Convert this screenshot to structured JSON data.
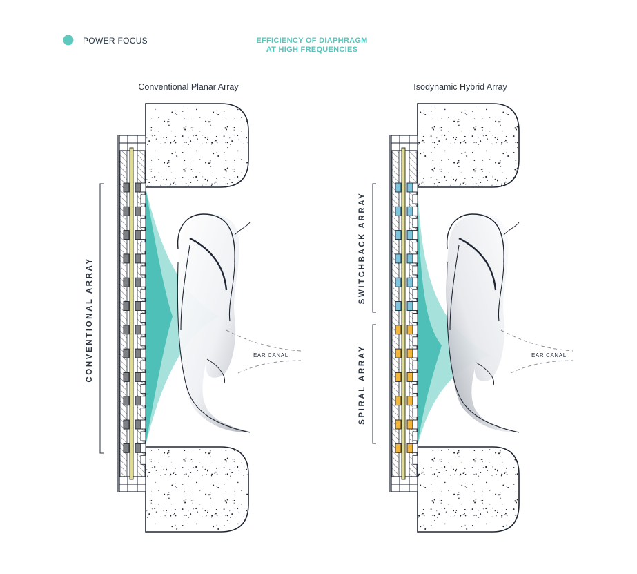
{
  "legend": {
    "label": "POWER FOCUS",
    "color": "#5ec9bf"
  },
  "header": {
    "line1": "EFFICIENCY OF DIAPHRAGM",
    "line2": "AT HIGH FREQUENCIES"
  },
  "panels": [
    {
      "title": "Conventional Planar Array",
      "arrays": [
        "CONVENTIONAL ARRAY"
      ],
      "ear_label": "EAR CANAL",
      "magnet_colors": [
        "#7d7f82"
      ]
    },
    {
      "title": "Isodynamic Hybrid Array",
      "arrays": [
        "SWITCHBACK ARRAY",
        "SPIRAL ARRAY"
      ],
      "ear_label": "EAR CANAL",
      "magnet_colors": [
        "#7fc4dd",
        "#f1b63b"
      ]
    }
  ],
  "colors": {
    "accent": "#5ec9bf",
    "diaphragm": "#e2dc8a",
    "outline": "#1f2633"
  }
}
